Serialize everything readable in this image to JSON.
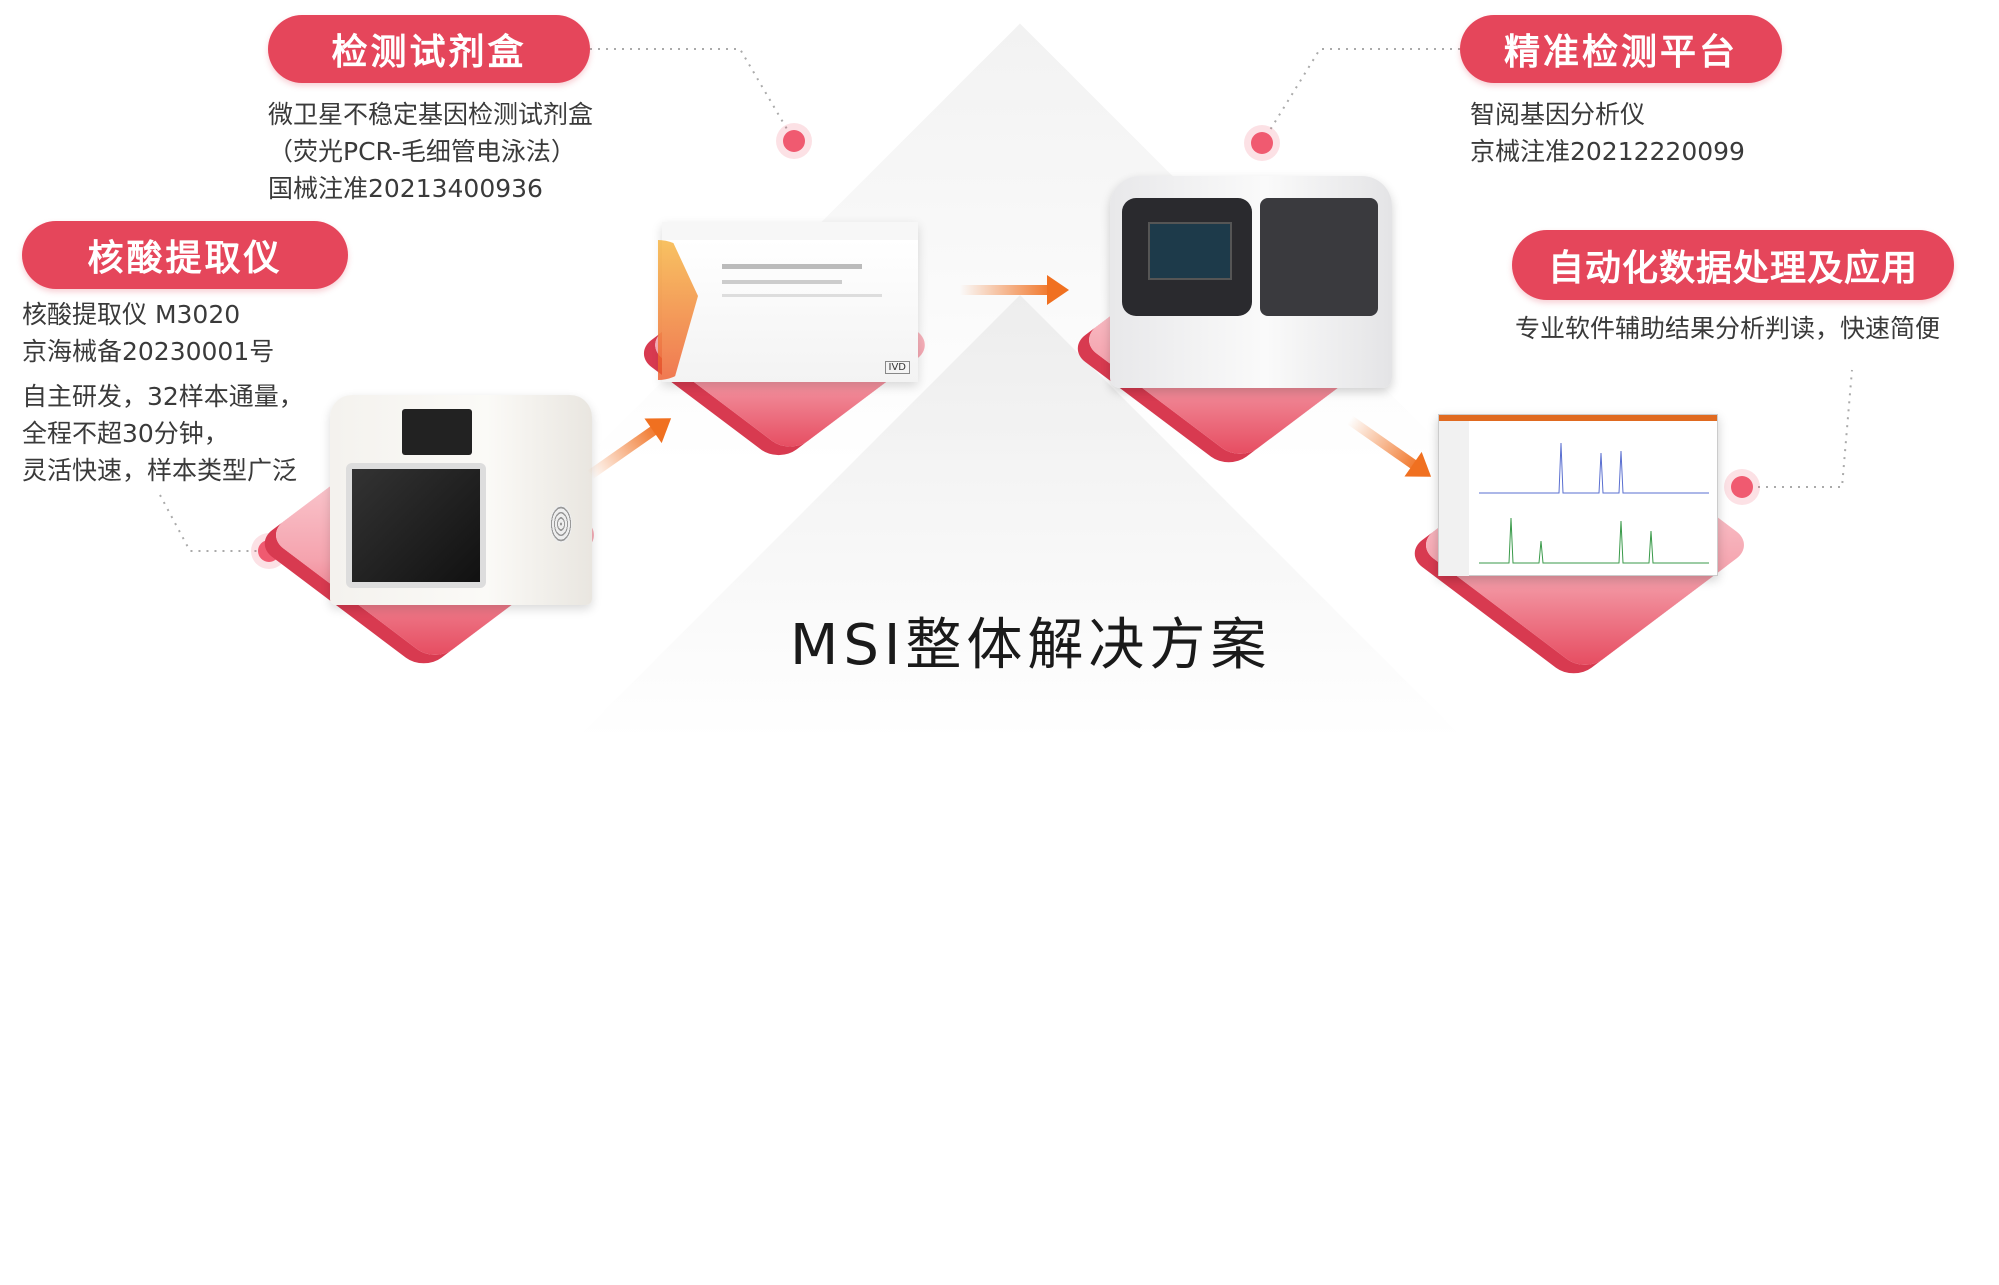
{
  "sections": {
    "reagent_kit": {
      "label": "检测试剂盒",
      "lines": [
        "微卫星不稳定基因检测试剂盒",
        "（荧光PCR-毛细管电泳法）",
        "国械注准20213400936"
      ]
    },
    "extractor": {
      "label": "核酸提取仪",
      "lines": [
        "核酸提取仪 M3020",
        "京海械备20230001号",
        "自主研发，32样本通量，",
        "全程不超30分钟，",
        "灵活快速，样本类型广泛"
      ]
    },
    "platform": {
      "label": "精准检测平台",
      "lines": [
        "智阅基因分析仪",
        "京械注准20212220099"
      ]
    },
    "software": {
      "label": "自动化数据处理及应用",
      "lines": [
        "专业软件辅助结果分析判读，快速简便"
      ]
    }
  },
  "title": "MSI整体解决方案",
  "box_badge": "IVD",
  "colors": {
    "accent": "#e5465b",
    "arrow": "#f07020"
  }
}
